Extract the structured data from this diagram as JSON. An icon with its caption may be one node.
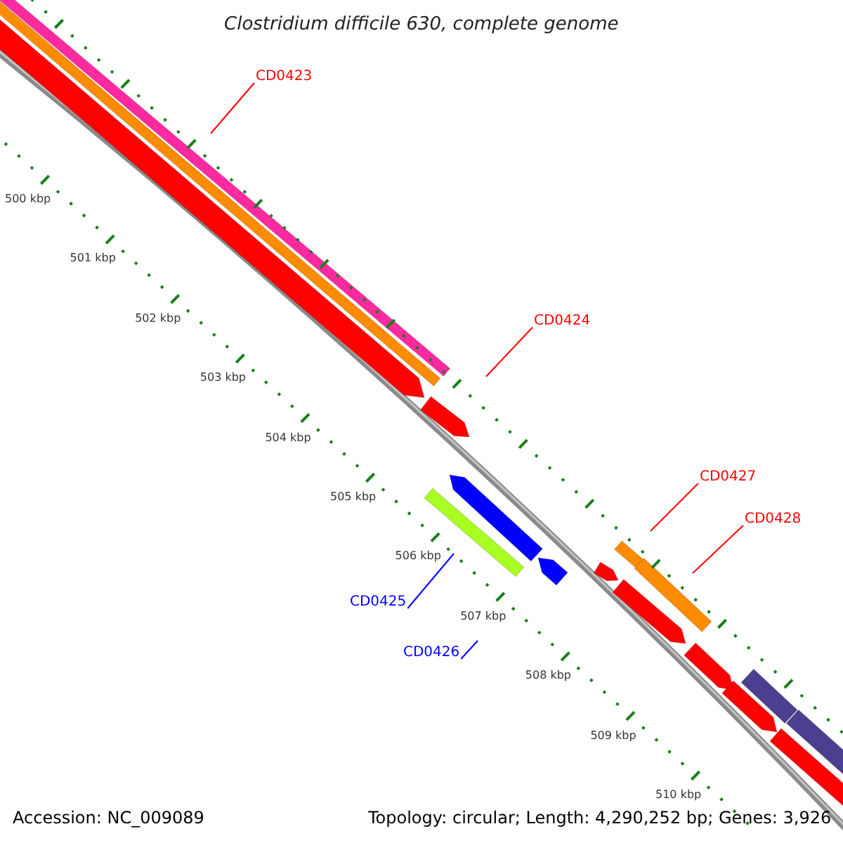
{
  "diagram": {
    "title": "Clostridium difficile 630, complete genome",
    "nodes": [
      {
        "text": [
          "CD0423"
        ]
      },
      {
        "text": [
          "CD0424"
        ]
      },
      {
        "text": [
          "CD0427"
        ]
      },
      {
        "text": [
          "CD0428"
        ]
      },
      {
        "text": [
          "CD0425"
        ]
      },
      {
        "text": [
          "CD0426"
        ]
      }
    ],
    "edges": [
      {
        "from": 0,
        "to": null,
        "arrow": "none"
      },
      {
        "from": 1,
        "to": null,
        "arrow": "none"
      },
      {
        "from": 2,
        "to": null,
        "arrow": "none"
      },
      {
        "from": 3,
        "to": null,
        "arrow": "none"
      },
      {
        "from": 4,
        "to": null,
        "arrow": "none",
        "color": "#0000ff"
      },
      {
        "from": 5,
        "to": null,
        "arrow": "none",
        "color": "#0000ff"
      }
    ],
    "labels": [
      "500 kbp",
      "501 kbp",
      "502 kbp",
      "503 kbp",
      "504 kbp",
      "505 kbp",
      "506 kbp",
      "507 kbp",
      "508 kbp",
      "509 kbp",
      "510 kbp",
      "Accession: NC_009089",
      "Topology: circular; Length: 4,290,252 bp; Genes: 3,926"
    ]
  }
}
